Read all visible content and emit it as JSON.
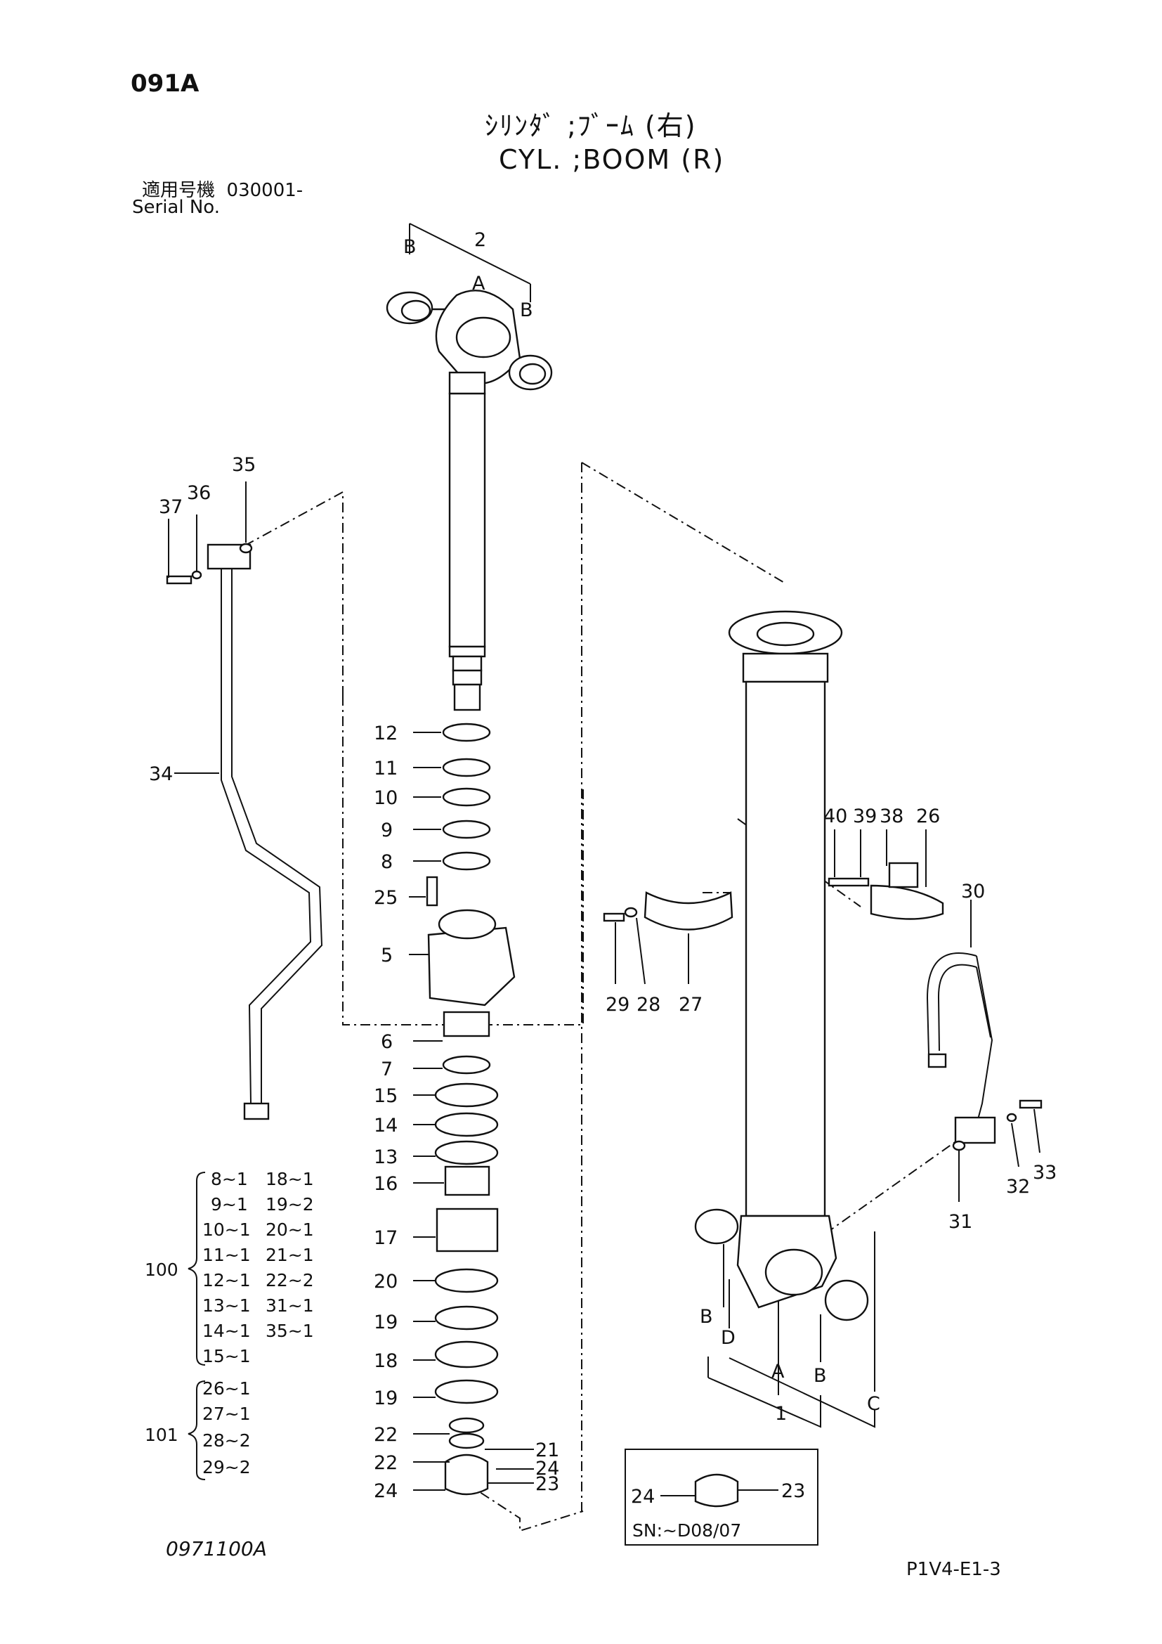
{
  "header": {
    "page_code": "091A",
    "title_jp": "ｼﾘﾝﾀﾞ ;ﾌﾞｰﾑ (右)",
    "title_en": "CYL. ;BOOM (R)",
    "serial_label_jp": "適用号機",
    "serial_value": "030001-",
    "serial_label_en": "Serial No."
  },
  "footer": {
    "drawing_number": "0971100A",
    "sheet_ref": "P1V4-E1-3"
  },
  "callouts": {
    "c1": "1",
    "c2": "2",
    "c5": "5",
    "c6": "6",
    "c7": "7",
    "c8": "8",
    "c9": "9",
    "c10": "10",
    "c11": "11",
    "c12": "12",
    "c13": "13",
    "c14": "14",
    "c15": "15",
    "c16": "16",
    "c17": "17",
    "c18": "18",
    "c19a": "19",
    "c19b": "19",
    "c20": "20",
    "c21": "21",
    "c22a": "22",
    "c22b": "22",
    "c23": "23",
    "c24a": "24",
    "c24b": "24",
    "c25": "25",
    "c26": "26",
    "c27": "27",
    "c28": "28",
    "c29": "29",
    "c30": "30",
    "c31": "31",
    "c32": "32",
    "c33": "33",
    "c34": "34",
    "c35": "35",
    "c36": "36",
    "c37": "37",
    "c38": "38",
    "c39": "39",
    "c40": "40"
  },
  "refs": {
    "a_top": "A",
    "b_top_left": "B",
    "b_top_right": "B",
    "b_bot_left": "B",
    "d_bot": "D",
    "a_bot": "A",
    "b_bot_right": "B",
    "c_bot": "C"
  },
  "kits": {
    "k100": {
      "label": "100",
      "items": [
        "8~1",
        "18~1",
        "9~1",
        "19~2",
        "10~1",
        "20~1",
        "11~1",
        "21~1",
        "12~1",
        "22~2",
        "13~1",
        "31~1",
        "14~1",
        "35~1",
        "15~1"
      ]
    },
    "k101": {
      "label": "101",
      "items": [
        "26~1",
        "27~1",
        "28~2",
        "29~2"
      ]
    }
  },
  "inset": {
    "label_left": "24",
    "label_right": "23",
    "serial_note": "SN:~D08/07"
  }
}
